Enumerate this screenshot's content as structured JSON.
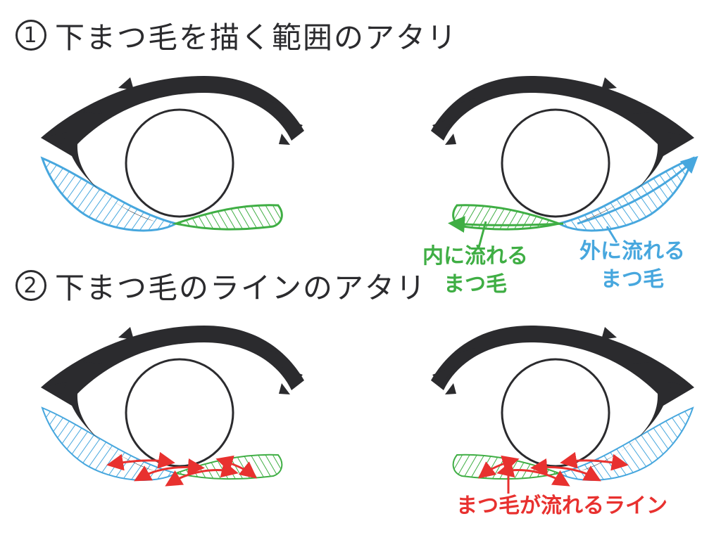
{
  "sections": [
    {
      "number": "1",
      "title": "下まつ毛を描く範囲のアタリ"
    },
    {
      "number": "2",
      "title": "下まつ毛のラインのアタリ"
    }
  ],
  "annotations": {
    "inner_flow": "内に流れる\nまつ毛",
    "outer_flow": "外に流れる\nまつ毛",
    "lash_line": "まつ毛が流れるライン"
  },
  "colors": {
    "lash": "#2b2b2e",
    "inner": "#3fae44",
    "outer": "#47a7de",
    "line": "#e8312f"
  }
}
